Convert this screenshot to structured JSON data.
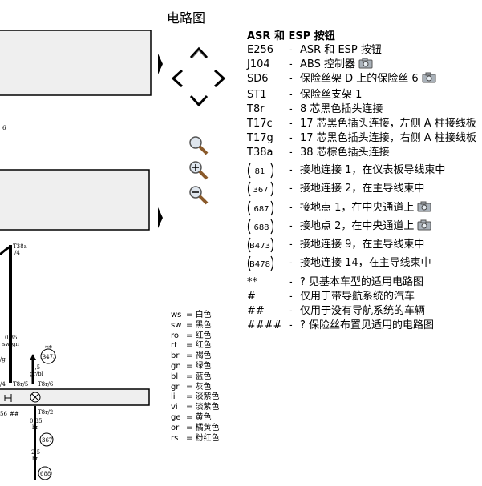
{
  "page_title": "电路图",
  "legend": {
    "title": "ASR 和 ESP 按钮",
    "items": [
      {
        "code": "E256",
        "desc": "ASR 和 ESP 按钮",
        "camera": false
      },
      {
        "code": "J104",
        "desc": "ABS 控制器",
        "camera": true
      },
      {
        "code": "SD6",
        "desc": "保险丝架 D 上的保险丝 6",
        "camera": true
      },
      {
        "code": "ST1",
        "desc": "保险丝支架 1",
        "camera": false
      },
      {
        "code": "T8r",
        "desc": "8 芯黑色插头连接",
        "camera": false
      },
      {
        "code": "T17c",
        "desc": "17 芯黑色插头连接，左侧 A 柱接线板",
        "camera": false
      },
      {
        "code": "T17g",
        "desc": "17 芯黑色插头连接，右侧 A 柱接线板",
        "camera": false
      },
      {
        "code": "T38a",
        "desc": "38 芯棕色插头连接",
        "camera": false
      }
    ],
    "ground_items": [
      {
        "code": "81",
        "desc": "接地连接 1，在仪表板导线束中",
        "camera": false
      },
      {
        "code": "367",
        "desc": "接地连接 2，在主导线束中",
        "camera": false
      },
      {
        "code": "687",
        "desc": "接地点 1，在中央通道上",
        "camera": true
      },
      {
        "code": "688",
        "desc": "接地点 2，在中央通道上",
        "camera": true
      },
      {
        "code": "B473",
        "desc": "接地连接 9，在主导线束中",
        "camera": false
      },
      {
        "code": "B478",
        "desc": "接地连接 14，在主导线束中",
        "camera": false
      }
    ],
    "notes": [
      {
        "code": "**",
        "desc": "? 见基本车型的适用电路图"
      },
      {
        "code": "#",
        "desc": "仅用于带导航系统的汽车"
      },
      {
        "code": "##",
        "desc": "仅用于没有导航系统的车辆"
      },
      {
        "code": "####",
        "desc": "? 保险丝布置见适用的电路图"
      }
    ]
  },
  "wire_colors": [
    {
      "code": "ws",
      "name": "白色"
    },
    {
      "code": "sw",
      "name": "黑色"
    },
    {
      "code": "ro",
      "name": "红色"
    },
    {
      "code": "rt",
      "name": "红色"
    },
    {
      "code": "br",
      "name": "褐色"
    },
    {
      "code": "gn",
      "name": "绿色"
    },
    {
      "code": "bl",
      "name": "蓝色"
    },
    {
      "code": "gr",
      "name": "灰色"
    },
    {
      "code": "li",
      "name": "淡紫色"
    },
    {
      "code": "vi",
      "name": "淡紫色"
    },
    {
      "code": "ge",
      "name": "黄色"
    },
    {
      "code": "or",
      "name": "橘黄色"
    },
    {
      "code": "rs",
      "name": "粉红色"
    }
  ],
  "diagram": {
    "labels": {
      "t38a": "T38a",
      "t38a_pin": "/4",
      "w1_size": "0,35",
      "w1_color": "sw/gn",
      "w2_size": "0,5",
      "w2_color": "gr/bl",
      "stars": "**",
      "b473": "B473",
      "t8r5": "T8r/5",
      "t8r6": "T8r/6",
      "t8r2": "T8r/2",
      "w3_size": "0,35",
      "w3_color": "br",
      "w4_size": "2,5",
      "w4_color": "br",
      "g367": "367",
      "g688": "688",
      "hash": "##",
      "n56": "56",
      "n4": "/4",
      "frag6": "6",
      "frag_g": "/g"
    }
  }
}
